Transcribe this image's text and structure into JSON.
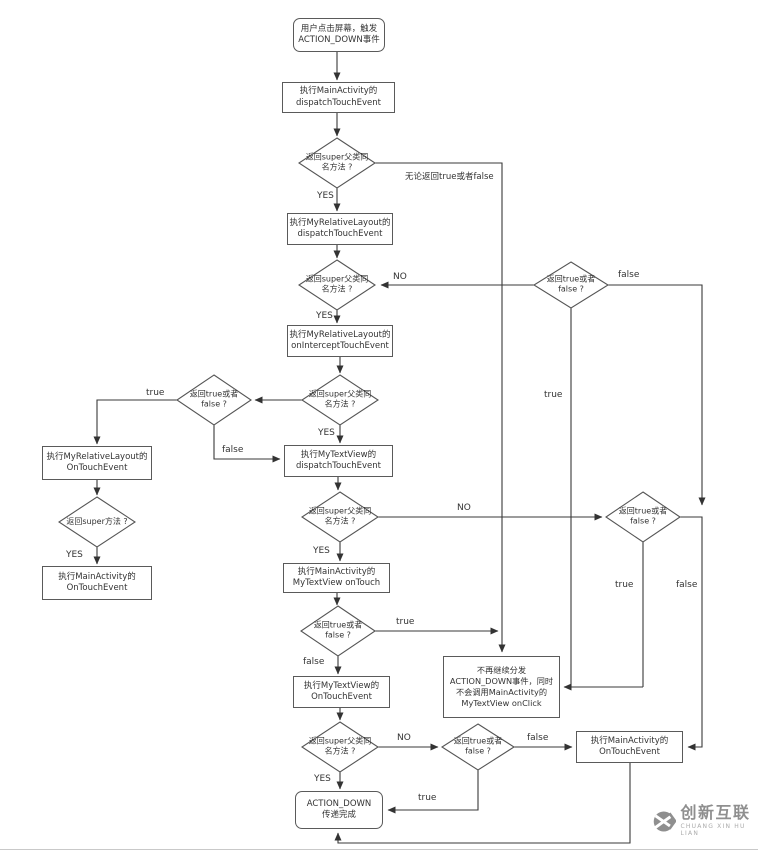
{
  "nodes": {
    "start": {
      "lines": [
        "用户点击屏幕，触发",
        "ACTION_DOWN事件"
      ]
    },
    "main_dispatch": {
      "lines": [
        "执行MainActivity的",
        "dispatchTouchEvent"
      ]
    },
    "super_q1": {
      "lines": [
        "返回super父类同",
        "名方法 ?"
      ]
    },
    "rel_dispatch": {
      "lines": [
        "执行MyRelativeLayout的",
        "dispatchTouchEvent"
      ]
    },
    "super_q2": {
      "lines": [
        "返回super父类同",
        "名方法 ?"
      ]
    },
    "rel_intercept": {
      "lines": [
        "执行MyRelativeLayout的",
        "onInterceptTouchEvent"
      ]
    },
    "super_q3": {
      "lines": [
        "返回super父类同",
        "名方法 ?"
      ]
    },
    "ret_q_left": {
      "lines": [
        "返回true或者",
        "false ?"
      ]
    },
    "rel_ontouch": {
      "lines": [
        "执行MyRelativeLayout的",
        "OnTouchEvent"
      ]
    },
    "super_simple_q": {
      "lines": [
        "返回super方法 ?"
      ]
    },
    "main_ontouch_left": {
      "lines": [
        "执行MainActivity的",
        "OnTouchEvent"
      ]
    },
    "tv_dispatch": {
      "lines": [
        "执行MyTextView的",
        "dispatchTouchEvent"
      ]
    },
    "super_q4": {
      "lines": [
        "返回super父类同",
        "名方法 ?"
      ]
    },
    "ret_q_top_right": {
      "lines": [
        "返回true或者",
        "false ?"
      ]
    },
    "ret_q_mid_right": {
      "lines": [
        "返回true或者",
        "false ?"
      ]
    },
    "main_mytv_ontouch": {
      "lines": [
        "执行MainActivity的",
        "MyTextView onTouch"
      ]
    },
    "ret_q_center": {
      "lines": [
        "返回true或者",
        "false ?"
      ]
    },
    "tv_ontouchevent": {
      "lines": [
        "执行MyTextView的",
        "OnTouchEvent"
      ]
    },
    "super_q5": {
      "lines": [
        "返回super父类同",
        "名方法 ?"
      ]
    },
    "ret_q_bottom": {
      "lines": [
        "返回true或者",
        "false ?"
      ]
    },
    "main_ontouch_bottom": {
      "lines": [
        "执行MainActivity的",
        "OnTouchEvent"
      ]
    },
    "no_more_dispatch": {
      "lines": [
        "不再继续分发",
        "ACTION_DOWN事件，同时",
        "不会调用MainActivity的",
        "MyTextView onClick"
      ]
    },
    "done": {
      "lines": [
        "ACTION_DOWN",
        "传递完成"
      ]
    }
  },
  "edge_labels": {
    "yes1": "YES",
    "yes2": "YES",
    "yes3": "YES",
    "yes4": "YES",
    "yes5": "YES",
    "yes_super_simple": "YES",
    "no_top": "NO",
    "no_mid": "NO",
    "no_bottom": "NO",
    "any_return": "无论返回true或者false",
    "true_left": "true",
    "false_left": "false",
    "true_top_right": "true",
    "false_top_right": "false",
    "true_mid_right": "true",
    "false_mid_right": "false",
    "true_center": "true",
    "false_center": "false",
    "true_bottom": "true",
    "false_bottom": "false"
  },
  "logo": {
    "name": "创新互联",
    "subtitle": "CHUANG XIN HU LIAN"
  },
  "colors": {
    "line": "#3a3a3a",
    "box_border": "#5a5a5a",
    "text": "#333333",
    "logo": "#8f8f8f",
    "background": "#ffffff"
  }
}
